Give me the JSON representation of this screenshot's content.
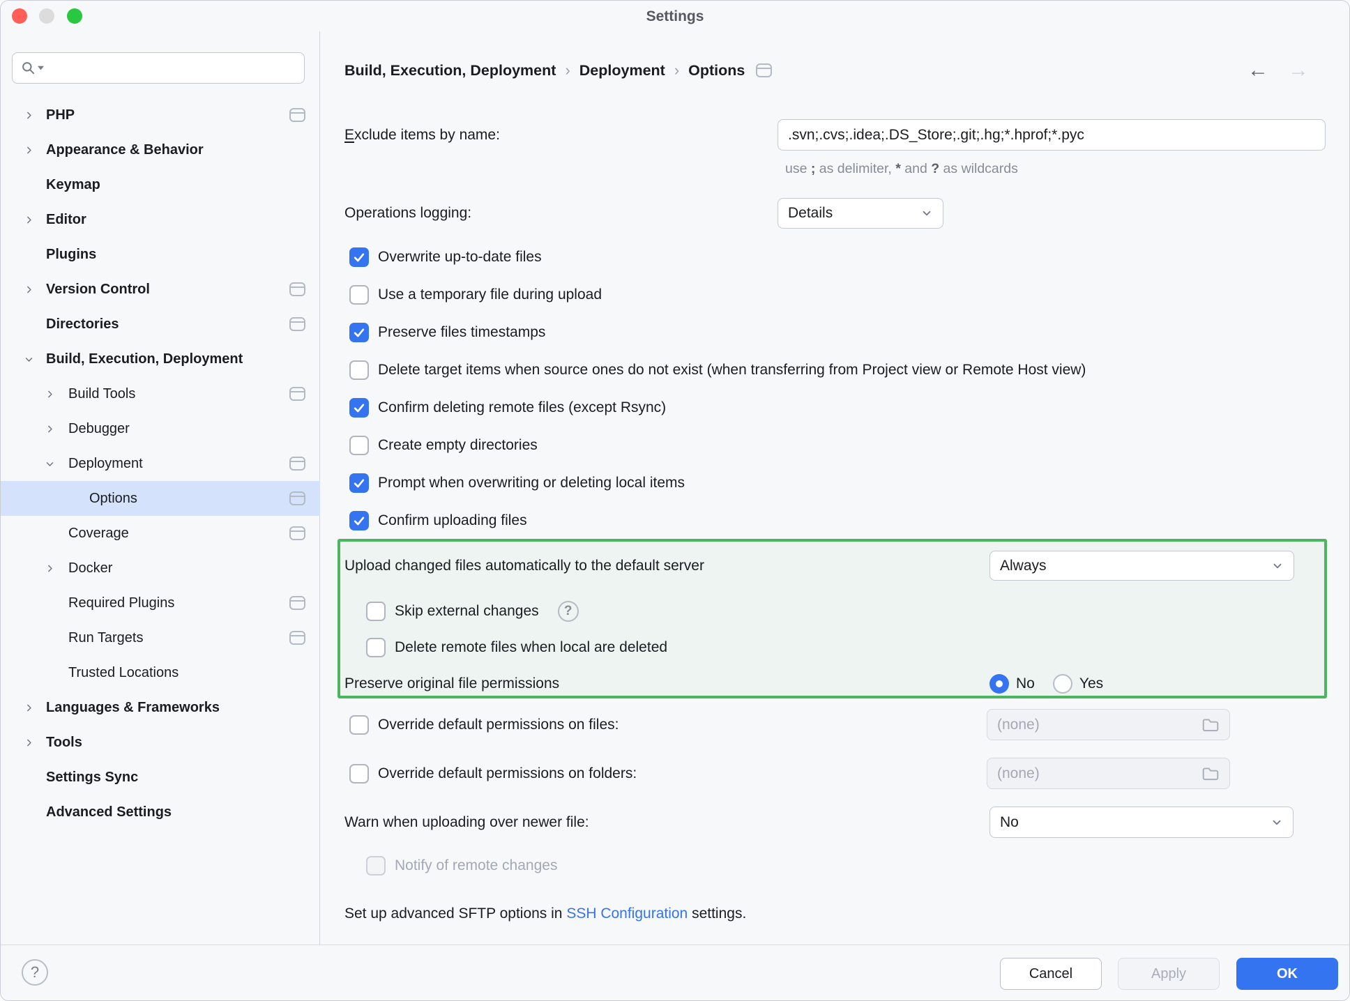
{
  "window": {
    "title": "Settings"
  },
  "sidebar": {
    "search": {
      "value": ""
    },
    "items": [
      {
        "label": "PHP",
        "level": 1,
        "bold": true,
        "chevron": "right",
        "scope_icon": true,
        "selected": false
      },
      {
        "label": "Appearance & Behavior",
        "level": 1,
        "bold": true,
        "chevron": "right",
        "scope_icon": false,
        "selected": false
      },
      {
        "label": "Keymap",
        "level": 1,
        "bold": true,
        "chevron": null,
        "scope_icon": false,
        "selected": false
      },
      {
        "label": "Editor",
        "level": 1,
        "bold": true,
        "chevron": "right",
        "scope_icon": false,
        "selected": false
      },
      {
        "label": "Plugins",
        "level": 1,
        "bold": true,
        "chevron": null,
        "scope_icon": false,
        "selected": false
      },
      {
        "label": "Version Control",
        "level": 1,
        "bold": true,
        "chevron": "right",
        "scope_icon": true,
        "selected": false
      },
      {
        "label": "Directories",
        "level": 1,
        "bold": true,
        "chevron": null,
        "scope_icon": true,
        "selected": false
      },
      {
        "label": "Build, Execution, Deployment",
        "level": 1,
        "bold": true,
        "chevron": "down",
        "scope_icon": false,
        "selected": false
      },
      {
        "label": "Build Tools",
        "level": 2,
        "bold": false,
        "chevron": "right",
        "scope_icon": true,
        "selected": false
      },
      {
        "label": "Debugger",
        "level": 2,
        "bold": false,
        "chevron": "right",
        "scope_icon": false,
        "selected": false
      },
      {
        "label": "Deployment",
        "level": 2,
        "bold": false,
        "chevron": "down",
        "scope_icon": true,
        "selected": false
      },
      {
        "label": "Options",
        "level": 3,
        "bold": false,
        "chevron": null,
        "scope_icon": true,
        "selected": true
      },
      {
        "label": "Coverage",
        "level": 2,
        "bold": false,
        "chevron": null,
        "scope_icon": true,
        "selected": false
      },
      {
        "label": "Docker",
        "level": 2,
        "bold": false,
        "chevron": "right",
        "scope_icon": false,
        "selected": false
      },
      {
        "label": "Required Plugins",
        "level": 2,
        "bold": false,
        "chevron": null,
        "scope_icon": true,
        "selected": false
      },
      {
        "label": "Run Targets",
        "level": 2,
        "bold": false,
        "chevron": null,
        "scope_icon": true,
        "selected": false
      },
      {
        "label": "Trusted Locations",
        "level": 2,
        "bold": false,
        "chevron": null,
        "scope_icon": false,
        "selected": false
      },
      {
        "label": "Languages & Frameworks",
        "level": 1,
        "bold": true,
        "chevron": "right",
        "scope_icon": false,
        "selected": false
      },
      {
        "label": "Tools",
        "level": 1,
        "bold": true,
        "chevron": "right",
        "scope_icon": false,
        "selected": false
      },
      {
        "label": "Settings Sync",
        "level": 1,
        "bold": true,
        "chevron": null,
        "scope_icon": false,
        "selected": false
      },
      {
        "label": "Advanced Settings",
        "level": 1,
        "bold": true,
        "chevron": null,
        "scope_icon": false,
        "selected": false
      }
    ]
  },
  "breadcrumb": {
    "segments": [
      "Build, Execution, Deployment",
      "Deployment",
      "Options"
    ],
    "separator": "›",
    "has_scope_icon": true
  },
  "nav": {
    "back": "←",
    "forward": "→"
  },
  "form": {
    "exclude": {
      "label": "Exclude items by name:",
      "value": ".svn;.cvs;.idea;.DS_Store;.git;.hg;*.hprof;*.pyc",
      "hint": [
        {
          "text": "use ",
          "strong": false
        },
        {
          "text": ";",
          "strong": true
        },
        {
          "text": " as delimiter, ",
          "strong": false
        },
        {
          "text": "*",
          "strong": true
        },
        {
          "text": " and ",
          "strong": false
        },
        {
          "text": "?",
          "strong": true
        },
        {
          "text": " as wildcards",
          "strong": false
        }
      ]
    },
    "operations_logging": {
      "label": "Operations logging:",
      "value": "Details"
    },
    "checkboxes": [
      {
        "label": "Overwrite up-to-date files",
        "checked": true
      },
      {
        "label": "Use a temporary file during upload",
        "checked": false
      },
      {
        "label": "Preserve files timestamps",
        "checked": true
      },
      {
        "label": "Delete target items when source ones do not exist (when transferring from Project view or Remote Host view)",
        "checked": false
      },
      {
        "label": "Confirm deleting remote files (except Rsync)",
        "checked": true
      },
      {
        "label": "Create empty directories",
        "checked": false
      },
      {
        "label": "Prompt when overwriting or deleting local items",
        "checked": true
      },
      {
        "label": "Confirm uploading files",
        "checked": true
      }
    ],
    "upload_group": {
      "label": "Upload changed files automatically to the default server",
      "value": "Always",
      "skip_external": {
        "label": "Skip external changes",
        "checked": false,
        "help_glyph": "?"
      },
      "delete_remote": {
        "label": "Delete remote files when local are deleted",
        "checked": false
      },
      "preserve_permissions": {
        "label": "Preserve original file permissions",
        "options": [
          "No",
          "Yes"
        ],
        "selected": "No"
      }
    },
    "override_files": {
      "label": "Override default permissions on files:",
      "checked": false,
      "value": "(none)"
    },
    "override_folders": {
      "label": "Override default permissions on folders:",
      "checked": false,
      "value": "(none)"
    },
    "warn_newer": {
      "label": "Warn when uploading over newer file:",
      "value": "No"
    },
    "notify_remote": {
      "label": "Notify of remote changes",
      "checked": false,
      "disabled": true
    },
    "sftp_note": {
      "prefix": "Set up advanced SFTP options in ",
      "link": "SSH Configuration",
      "suffix": " settings."
    }
  },
  "footer": {
    "help_glyph": "?",
    "cancel": "Cancel",
    "apply": "Apply",
    "apply_enabled": false,
    "ok": "OK"
  },
  "colors": {
    "accent": "#3574F0",
    "highlight_green": "#4CB562",
    "selection": "#D5E2FB",
    "link": "#3573F0",
    "panel_bg": "#F7F8FA"
  }
}
